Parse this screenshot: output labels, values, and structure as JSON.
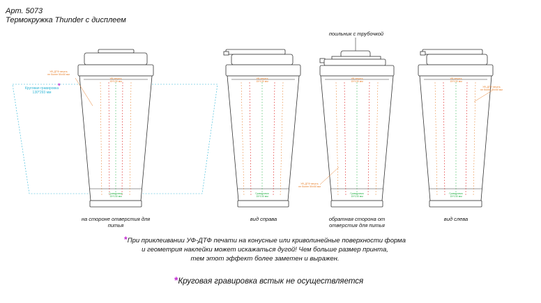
{
  "header": {
    "article": "Арт. 5073",
    "product": "Термокружка Thunder с дисплеем"
  },
  "callout_straw": "поильник с трубочкой",
  "engraving_label": {
    "line1": "Круговая гравировка",
    "line2": "130*293 мм"
  },
  "print_label": {
    "line1": "УФ-печать",
    "line2": "15*130 мм"
  },
  "print_label_bottom": {
    "line1": "Гравировка",
    "line2": "15*130 мм"
  },
  "uvdtf_label": {
    "line1": "УФ-ДТФ печать",
    "line2": "не более 50х50 мм"
  },
  "views": [
    {
      "caption": "на стороне отверстия для питья"
    },
    {
      "caption": "вид справа"
    },
    {
      "caption": "обратная сторона от отверстия для питья"
    },
    {
      "caption": "вид слева"
    }
  ],
  "notes": {
    "warning_line1": "При приклеивании УФ-ДТФ печати на конусные или криволинейные поверхности форма",
    "warning_line2": "и геометрия наклейки может искажаться дугой! Чем больше размер принта,",
    "warning_line3": "тем этот эффект более заметен и выражен.",
    "engraving": "Круговая гравировка встык не осуществляется",
    "star": "*"
  },
  "colors": {
    "outline": "#333333",
    "print_zone": "#e8822f",
    "print_zone_red": "#e23a3a",
    "engrave_zone": "#2bb34a",
    "wrap_zone": "#2fb6d6",
    "star": "#c02ad0"
  }
}
